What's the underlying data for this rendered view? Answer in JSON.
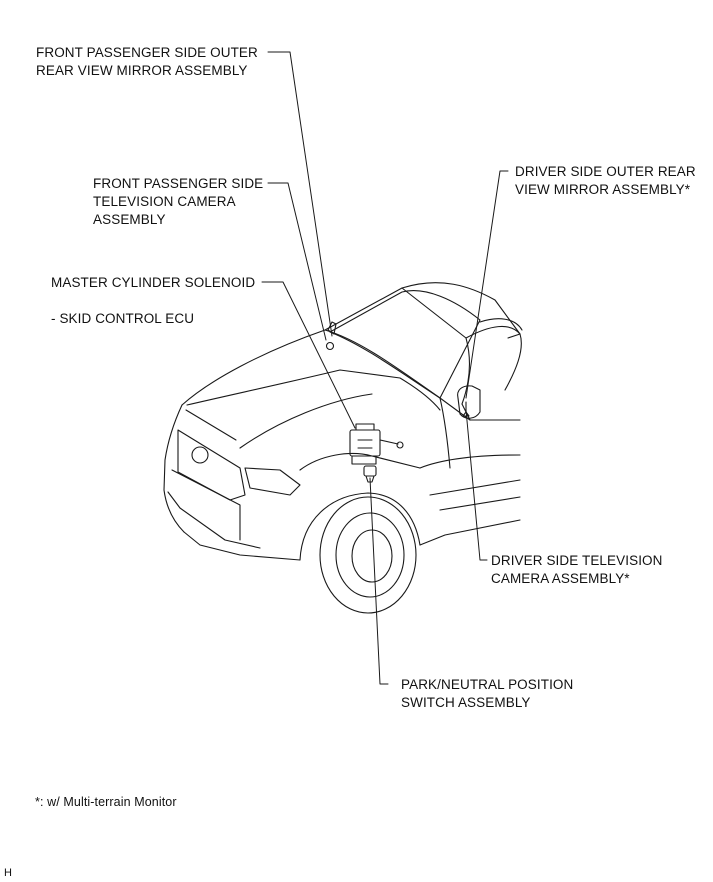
{
  "labels": {
    "front_mirror": [
      "FRONT PASSENGER SIDE OUTER",
      "REAR VIEW MIRROR ASSEMBLY"
    ],
    "front_camera": [
      "FRONT PASSENGER SIDE",
      "TELEVISION CAMERA",
      "ASSEMBLY"
    ],
    "master_cylinder": [
      "MASTER CYLINDER SOLENOID"
    ],
    "skid_ecu": [
      "- SKID CONTROL ECU"
    ],
    "driver_mirror": [
      "DRIVER SIDE OUTER REAR",
      "VIEW MIRROR ASSEMBLY*"
    ],
    "driver_camera": [
      "DRIVER SIDE TELEVISION",
      "CAMERA ASSEMBLY*"
    ],
    "park_switch": [
      "PARK/NEUTRAL POSITION",
      "SWITCH ASSEMBLY"
    ]
  },
  "footnote": "*: w/ Multi-terrain Monitor",
  "corner_mark": "H"
}
